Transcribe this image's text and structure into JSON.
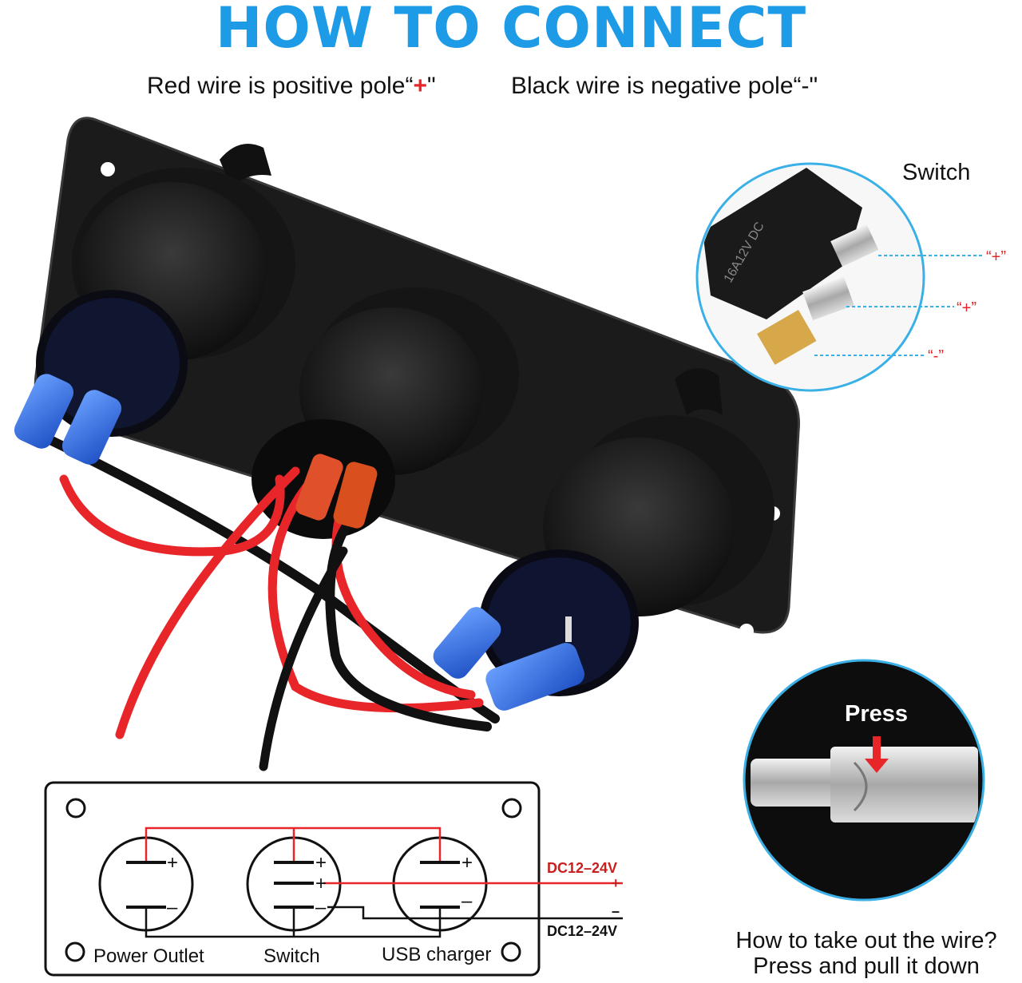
{
  "header": {
    "title": "HOW TO CONNECT",
    "red_wire_text": "Red wire is positive pole“",
    "red_wire_symbol": "+",
    "red_wire_close": "\"",
    "black_wire_text": "Black wire is negative pole“-\""
  },
  "switch_callout": {
    "label": "Switch",
    "terminal_labels": [
      "“+”",
      "“+”",
      "“-”"
    ],
    "rating_text": "16A12V DC"
  },
  "press_callout": {
    "label": "Press"
  },
  "help": {
    "line1": "How to take out the wire?",
    "line2": "Press and pull it down"
  },
  "diagram": {
    "components": [
      "Power Outlet",
      "Switch",
      "USB charger"
    ],
    "positive_label": "DC12–24V",
    "positive_symbol": "+",
    "negative_symbol": "–",
    "negative_label": "DC12–24V",
    "plus": "+",
    "minus": "–"
  },
  "colors": {
    "title_blue": "#1e9be6",
    "wire_red": "#e8262a",
    "wire_black": "#111111",
    "panel_black": "#1a1a1a",
    "connector_blue": "#2f6fe0",
    "callout_ring": "#3ab0e6",
    "dc_red": "#c81e1e"
  }
}
